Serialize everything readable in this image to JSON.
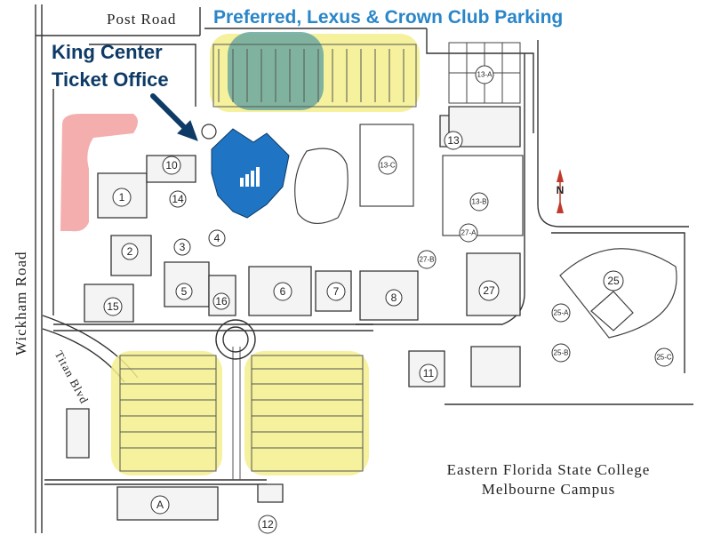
{
  "labels": {
    "post_road": "Post Road",
    "wickham_road": "Wickham Road",
    "titan_blvd": "Titan Blvd",
    "parking_title": "Preferred, Lexus & Crown Club Parking",
    "ticket_office_line1": "King Center",
    "ticket_office_line2": "Ticket Office",
    "college_line1": "Eastern Florida State College",
    "college_line2": "Melbourne Campus",
    "north": "N"
  },
  "buildings": {
    "b1": "1",
    "b2": "2",
    "b3": "3",
    "b4": "4",
    "b5": "5",
    "b6": "6",
    "b7": "7",
    "b8": "8",
    "b10": "10",
    "b11": "11",
    "b12": "12",
    "b13": "13",
    "b13a": "13-A",
    "b13b": "13-B",
    "b13c": "13-C",
    "b14": "14",
    "b15": "15",
    "b16": "16",
    "b25": "25",
    "b25a": "25-A",
    "b25b": "25-B",
    "b25c": "25-C",
    "b27": "27",
    "b27a": "27-A",
    "b27b": "27-B",
    "ba": "A"
  },
  "colors": {
    "yellow_parking": "#f3ee8c",
    "teal_preferred": "#6aa8a0",
    "red_parking": "#f2a0a0",
    "king_center": "#1f74c4",
    "title_blue": "#2a86c8",
    "label_navy": "#0d3a66"
  },
  "icons": [
    "arrow-icon",
    "north-arrow-icon",
    "king-center-logo-icon",
    "baseball-diamond-icon"
  ]
}
